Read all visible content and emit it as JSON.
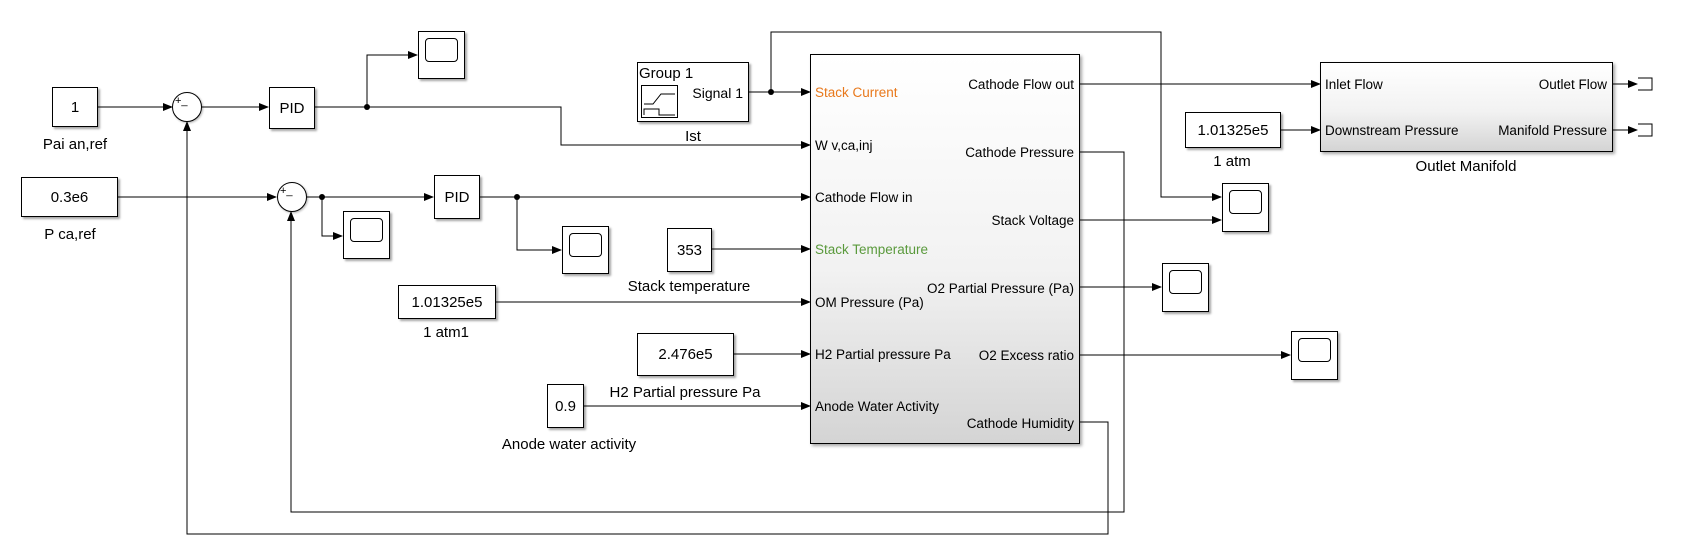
{
  "constants": {
    "pai_value": "1",
    "pai_label": "Pai an,ref",
    "pca_value": "0.3e6",
    "pca_label": "P ca,ref",
    "stack_temp_value": "353",
    "stack_temp_label": "Stack temperature",
    "om_pressure_value": "1.01325e5",
    "om_pressure_label": "1 atm1",
    "h2_value": "2.476e5",
    "h2_label": "H2 Partial pressure Pa",
    "anode_value": "0.9",
    "anode_label": "Anode water activity",
    "atm_value": "1.01325e5",
    "atm_label": "1 atm"
  },
  "controllers": {
    "pid1": "PID",
    "pid2": "PID"
  },
  "sums": {
    "sum1_signs": "+_",
    "sum2_signs": "+_"
  },
  "signal_builder": {
    "group": "Group 1",
    "signal": "Signal 1"
  },
  "wire_labels": {
    "ist": "Ist"
  },
  "fuel_cell": {
    "inputs": [
      "Stack Current",
      "W v,ca,inj",
      "Cathode Flow in",
      "Stack Temperature",
      "OM Pressure (Pa)",
      "H2 Partial pressure Pa",
      "Anode Water Activity"
    ],
    "outputs": [
      "Cathode Flow out",
      "Cathode Pressure",
      "Stack Voltage",
      "O2 Partial Pressure (Pa)",
      "O2 Excess ratio",
      "Cathode Humidity"
    ]
  },
  "outlet_manifold": {
    "name": "Outlet Manifold",
    "inputs": [
      "Inlet Flow",
      "Downstream Pressure"
    ],
    "outputs": [
      "Outlet Flow",
      "Manifold Pressure"
    ]
  },
  "colors": {
    "stack_current": "#e8781b",
    "stack_temperature": "#5a9a3c"
  }
}
